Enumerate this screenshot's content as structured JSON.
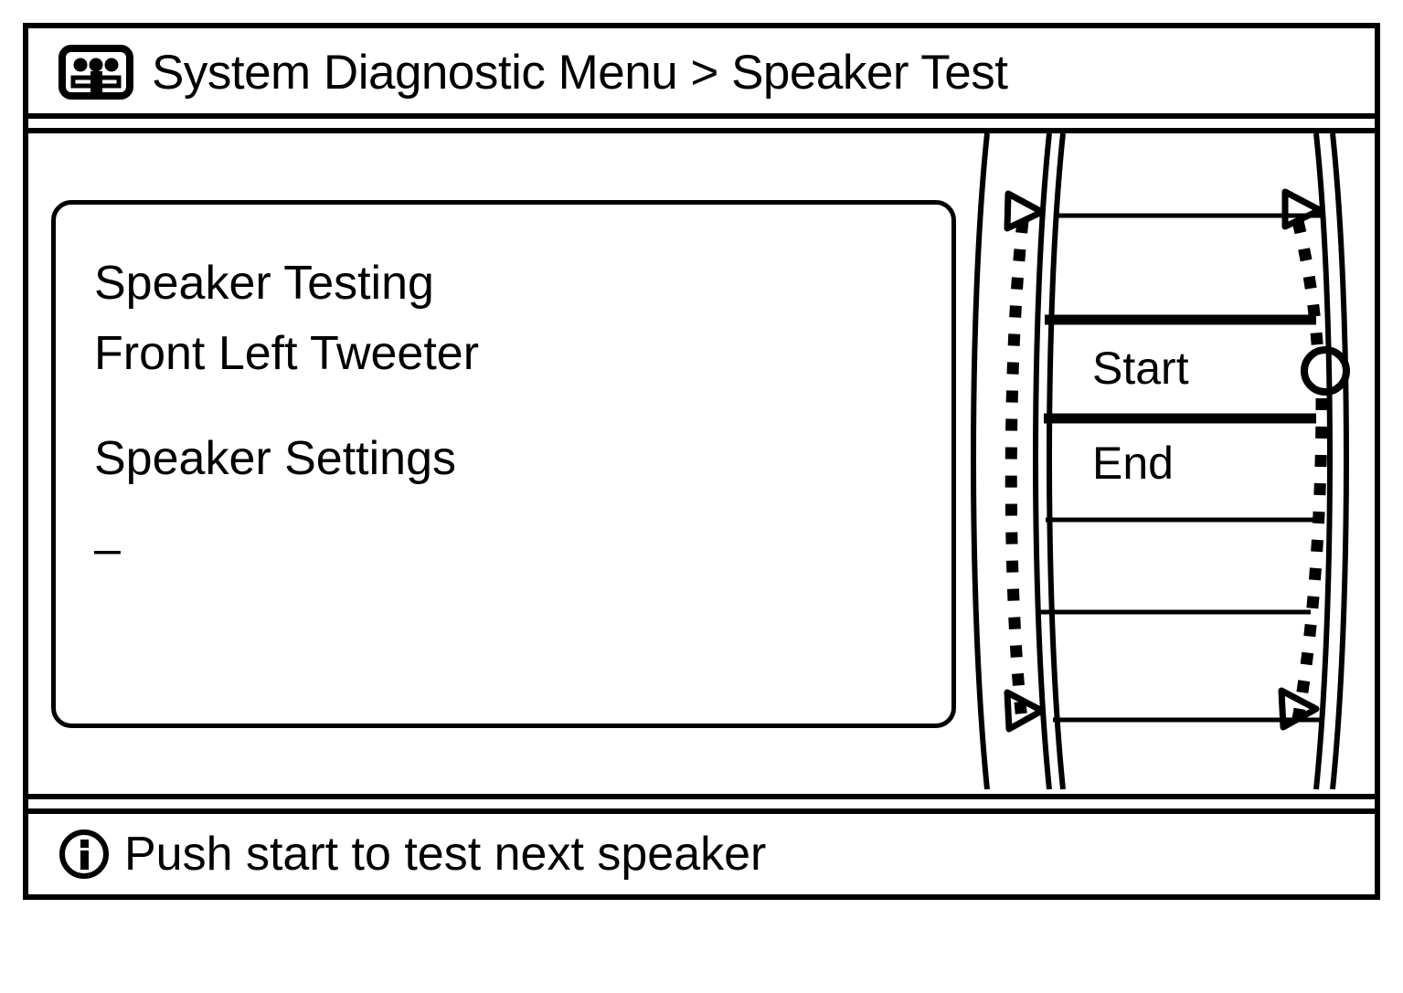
{
  "header": {
    "icon": "equalizer-icon",
    "title": "System Diagnostic Menu > Speaker Test"
  },
  "content_panel": {
    "lines": [
      "Speaker Testing",
      "Front Left Tweeter"
    ],
    "section_label": "Speaker Settings",
    "value_placeholder": "–"
  },
  "right_menu": {
    "items": [
      {
        "label": "",
        "selected": false
      },
      {
        "label": "Start",
        "selected": true
      },
      {
        "label": "End",
        "selected": false
      },
      {
        "label": "",
        "selected": false
      },
      {
        "label": "",
        "selected": false
      }
    ],
    "scroll_up_icon": "triangle-arrow-icon",
    "scroll_down_icon": "triangle-arrow-icon",
    "knob_icon": "circle-knob-icon"
  },
  "footer": {
    "icon": "info-icon",
    "message": "Push start to test next speaker"
  },
  "colors": {
    "foreground": "#000000",
    "background": "#ffffff"
  }
}
